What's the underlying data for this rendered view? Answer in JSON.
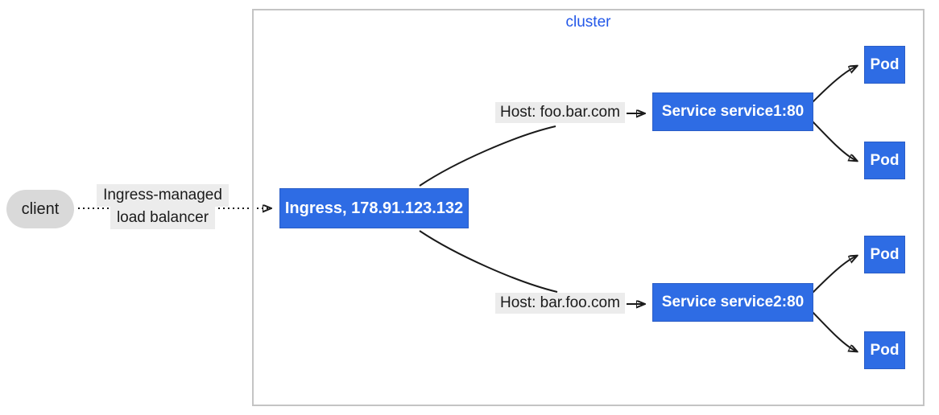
{
  "diagram": {
    "cluster_label": "cluster",
    "client_label": "client",
    "load_balancer_label_line1": "Ingress-managed",
    "load_balancer_label_line2": "load balancer",
    "ingress_label": "Ingress, 178.91.123.132",
    "routes": [
      {
        "host_label": "Host: foo.bar.com",
        "service_label": "Service service1:80",
        "pods": [
          {
            "label": "Pod"
          },
          {
            "label": "Pod"
          }
        ]
      },
      {
        "host_label": "Host: bar.foo.com",
        "service_label": "Service service2:80",
        "pods": [
          {
            "label": "Pod"
          },
          {
            "label": "Pod"
          }
        ]
      }
    ],
    "colors": {
      "node_blue": "#2e6ce4",
      "cluster_label_blue": "#2257e8",
      "label_background_gray": "#ececec",
      "client_background_gray": "#d9d9d9",
      "cluster_border_gray": "#c4c4c4",
      "arrow_black": "#1a1a1a"
    }
  }
}
